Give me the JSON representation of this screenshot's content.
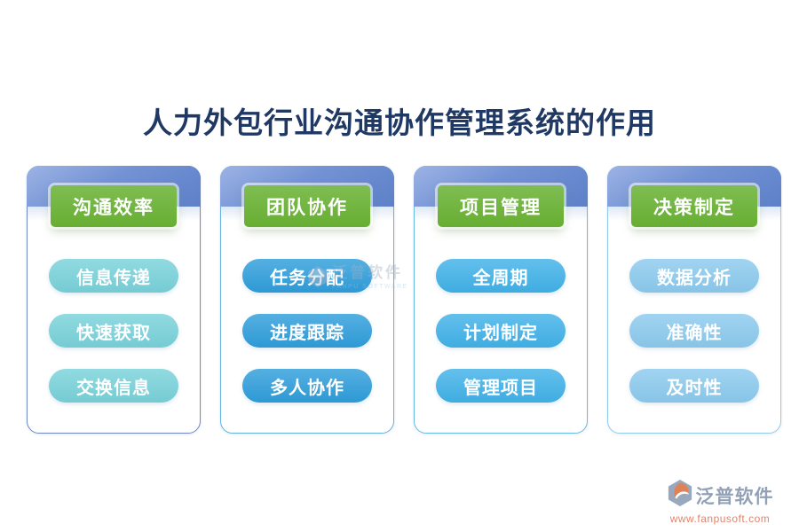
{
  "page": {
    "title": "人力外包行业沟通协作管理系统的作用",
    "title_color": "#1f3864",
    "background_color": "#ffffff",
    "band_gradient": [
      "#9db3e5",
      "#5d80c8"
    ],
    "header_green": "#6fb33c"
  },
  "cards": [
    {
      "header": "沟通效率",
      "items": [
        "信息传递",
        "快速获取",
        "交换信息"
      ],
      "colors": {
        "pill": "#79d2da",
        "border": "#7088c5"
      }
    },
    {
      "header": "团队协作",
      "items": [
        "任务分配",
        "进度跟踪",
        "多人协作"
      ],
      "colors": {
        "pill": "#2f9edb",
        "border": "#66b2de"
      }
    },
    {
      "header": "项目管理",
      "items": [
        "全周期",
        "计划制定",
        "管理项目"
      ],
      "colors": {
        "pill": "#41b2e8",
        "border": "#67bae4"
      }
    },
    {
      "header": "决策制定",
      "items": [
        "数据分析",
        "准确性",
        "及时性"
      ],
      "colors": {
        "pill": "#8ccaee",
        "border": "#93cbea"
      }
    }
  ],
  "watermark": {
    "logo_text": "泛普软件",
    "logo_subtext": "FANPU SOFTWARE"
  },
  "footer": {
    "brand": "泛普软件",
    "url": "www.fanpusoft.com",
    "brand_color": "#93a1b7",
    "url_color": "#e2846b"
  }
}
